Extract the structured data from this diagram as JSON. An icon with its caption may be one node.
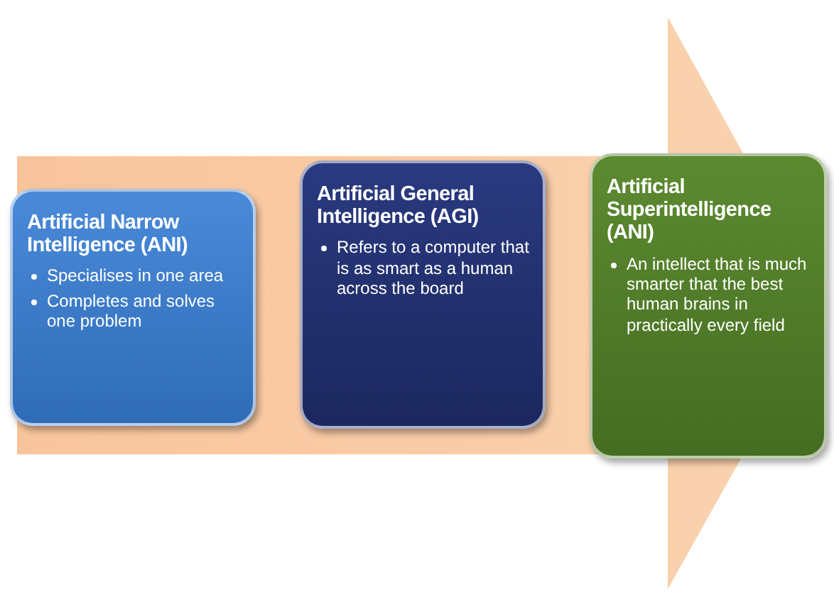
{
  "diagram": {
    "nodes": [
      {
        "text": [
          "Artificial Narrow Intelligence (ANI)",
          "Specialises in one area",
          "Completes and solves one problem"
        ]
      },
      {
        "text": [
          "Artificial General Intelligence (AGI)",
          "Refers to a computer that is as smart as a human across the board"
        ]
      },
      {
        "text": [
          "Artificial Superintelligence (ANI)",
          "An intellect that is much smarter that the best human brains in practically every field"
        ]
      }
    ],
    "edges": [
      {
        "from": 0,
        "to": 2,
        "arrow": "to",
        "style": "thick"
      }
    ]
  }
}
